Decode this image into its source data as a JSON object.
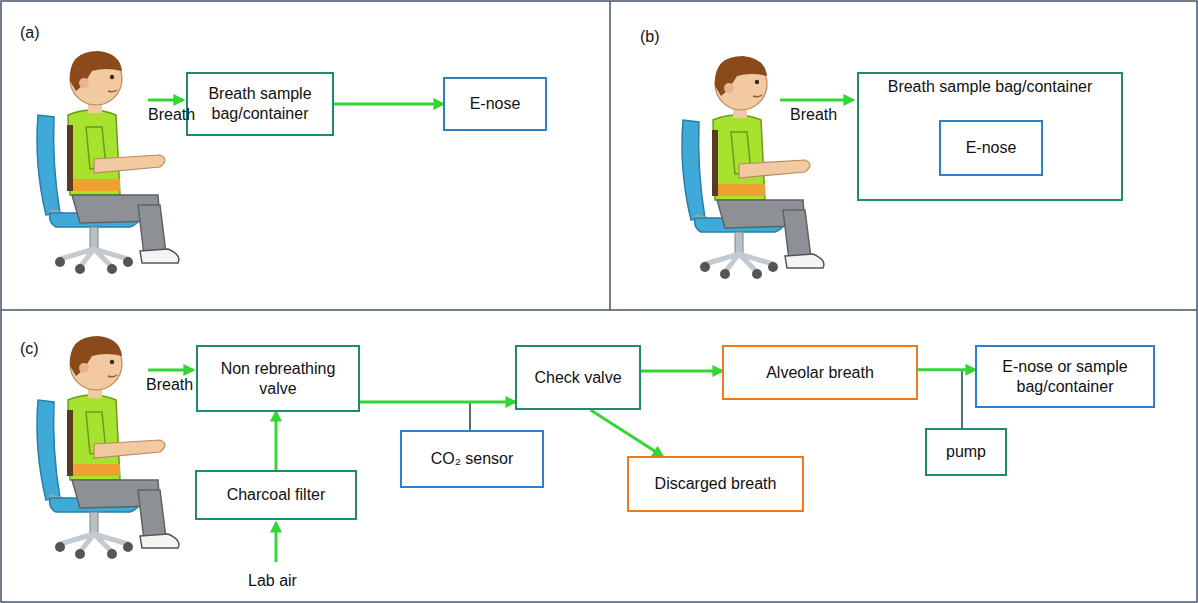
{
  "diagram": {
    "nodes": [
      {
        "text": [
          "Breath sample bag/container"
        ]
      },
      {
        "text": [
          "E-nose"
        ]
      },
      {
        "text": [
          "Breath sample bag/container"
        ]
      },
      {
        "text": [
          "E-nose"
        ],
        "in": 2
      },
      {
        "text": [
          "Non rebreathing valve"
        ]
      },
      {
        "text": [
          "Charcoal filter"
        ]
      },
      {
        "text": [
          "CO₂ sensor"
        ]
      },
      {
        "text": [
          "Check valve"
        ]
      },
      {
        "text": [
          "Alveolar breath"
        ]
      },
      {
        "text": [
          "Discarged breath"
        ]
      },
      {
        "text": [
          "E-nose or sample bag/container"
        ]
      },
      {
        "text": [
          "pump"
        ]
      }
    ],
    "edges": [
      {
        "from": 0,
        "to": 1,
        "arrow": "to"
      },
      {
        "from": 5,
        "to": 4,
        "arrow": "to"
      },
      {
        "from": 4,
        "to": 7,
        "arrow": "to"
      },
      {
        "from": 7,
        "to": 8,
        "arrow": "to"
      },
      {
        "from": 7,
        "to": 9,
        "arrow": "to"
      },
      {
        "from": 8,
        "to": 10,
        "arrow": "to"
      }
    ],
    "labels": [
      "(a)",
      "Breath",
      "(b)",
      "Breath",
      "(c)",
      "Breath",
      "Lab air"
    ]
  }
}
